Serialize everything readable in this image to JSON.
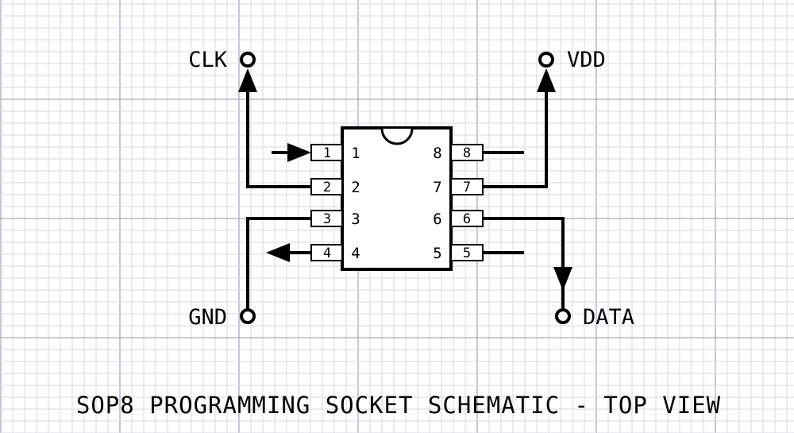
{
  "diagram": {
    "title": "SOP8 PROGRAMMING SOCKET SCHEMATIC - TOP VIEW",
    "chip": {
      "left_pins": [
        "1",
        "2",
        "3",
        "4"
      ],
      "right_pins": [
        "8",
        "7",
        "6",
        "5"
      ],
      "left_pad_labels": [
        "1",
        "2",
        "3",
        "4"
      ],
      "right_pad_labels": [
        "8",
        "7",
        "6",
        "5"
      ]
    },
    "signals": {
      "clk": "CLK",
      "vdd": "VDD",
      "gnd": "GND",
      "data": "DATA"
    }
  }
}
